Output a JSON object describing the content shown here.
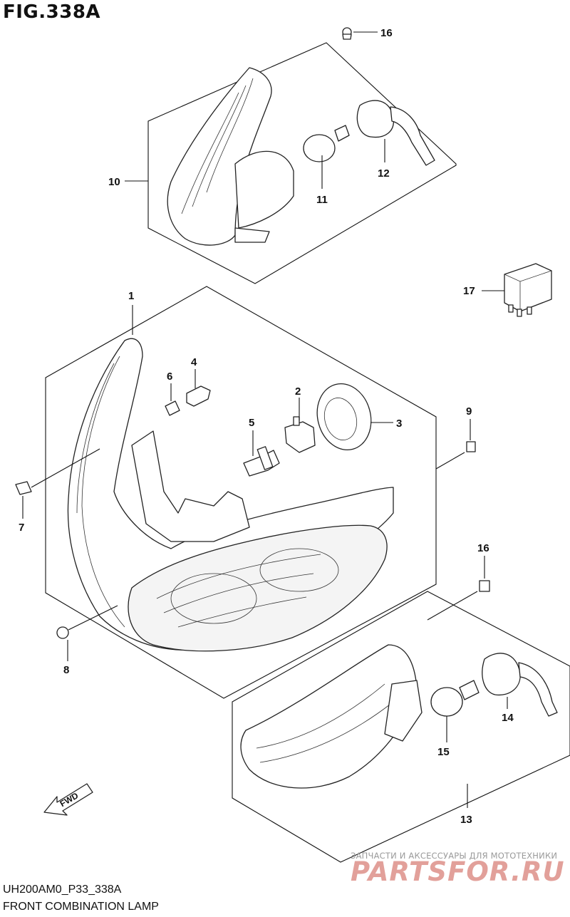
{
  "figure": {
    "title": "FIG.338A",
    "code": "UH200AM0_P33_338A",
    "name": "FRONT COMBINATION LAMP"
  },
  "callouts": {
    "c1": "1",
    "c2": "2",
    "c3": "3",
    "c4": "4",
    "c5": "5",
    "c6": "6",
    "c7": "7",
    "c8": "8",
    "c9": "9",
    "c10": "10",
    "c11": "11",
    "c12": "12",
    "c13": "13",
    "c14": "14",
    "c15": "15",
    "c16a": "16",
    "c16b": "16",
    "c17": "17"
  },
  "fwd_label": "FWD",
  "watermark": {
    "tagline": "ЗАПЧАСТИ И АКСЕССУАРЫ ДЛЯ МОТОТЕХНИКИ",
    "logo": "PARTSFOR.RU"
  }
}
